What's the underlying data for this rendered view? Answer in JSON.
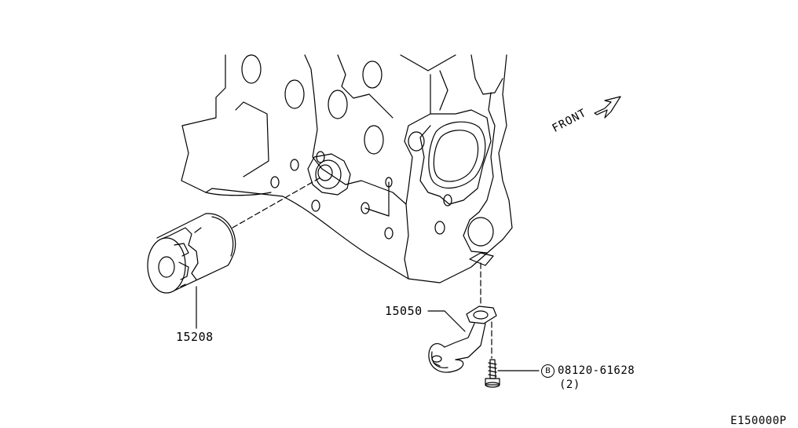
{
  "labels": {
    "oil_filter": "15208",
    "oil_strainer": "15050",
    "bolt_part": "08120-61628",
    "bolt_qty": "(2)",
    "bolt_marker": "B",
    "front": "FRONT",
    "diagram_code": "E150000P"
  },
  "icons": {
    "front_arrow": "front-arrow-icon",
    "bolt_marker": "circled-letter-icon"
  },
  "colors": {
    "line": "#000000",
    "background": "#ffffff"
  }
}
